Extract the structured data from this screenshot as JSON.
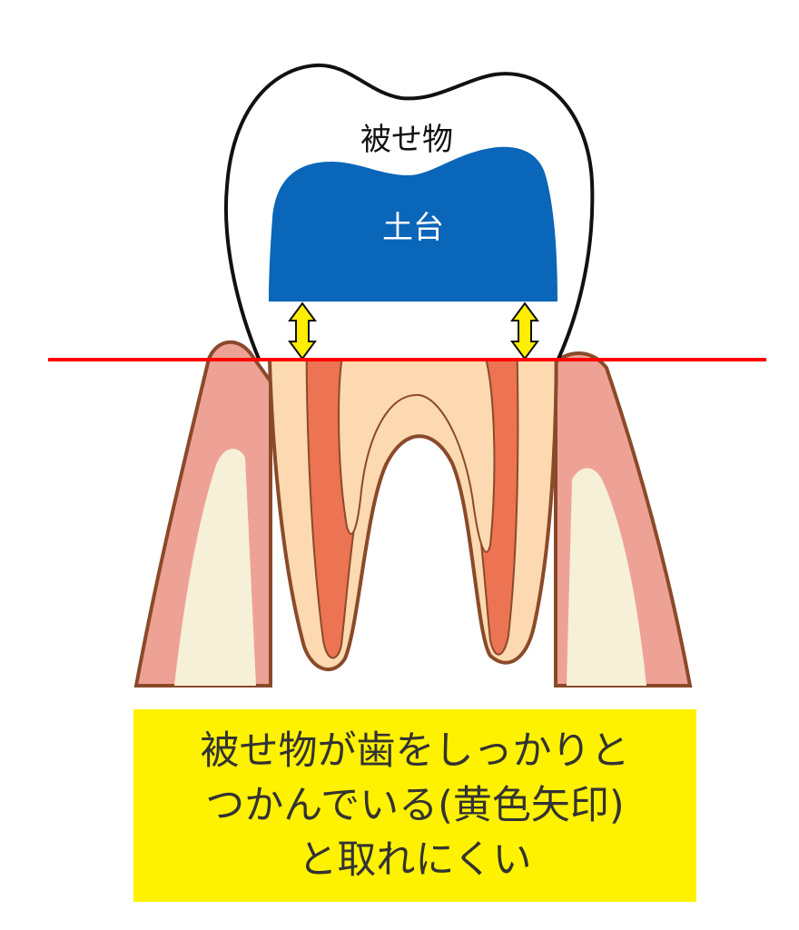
{
  "labels": {
    "crown": "被せ物",
    "core": "土台"
  },
  "caption": {
    "line1": "被せ物が歯をしっかりと",
    "line2": "つかんでいる(黄色矢印)",
    "line3": "と取れにくい"
  },
  "colors": {
    "core": "#0a66b8",
    "gum": "#eea296",
    "bone": "#f6f0d8",
    "dentin": "#fcd9b0",
    "pulp": "#ec7452",
    "outline": "#8a4a2a",
    "gumline": "#ff0000",
    "arrow": "#ffee00",
    "caption_bg": "#fff200"
  }
}
